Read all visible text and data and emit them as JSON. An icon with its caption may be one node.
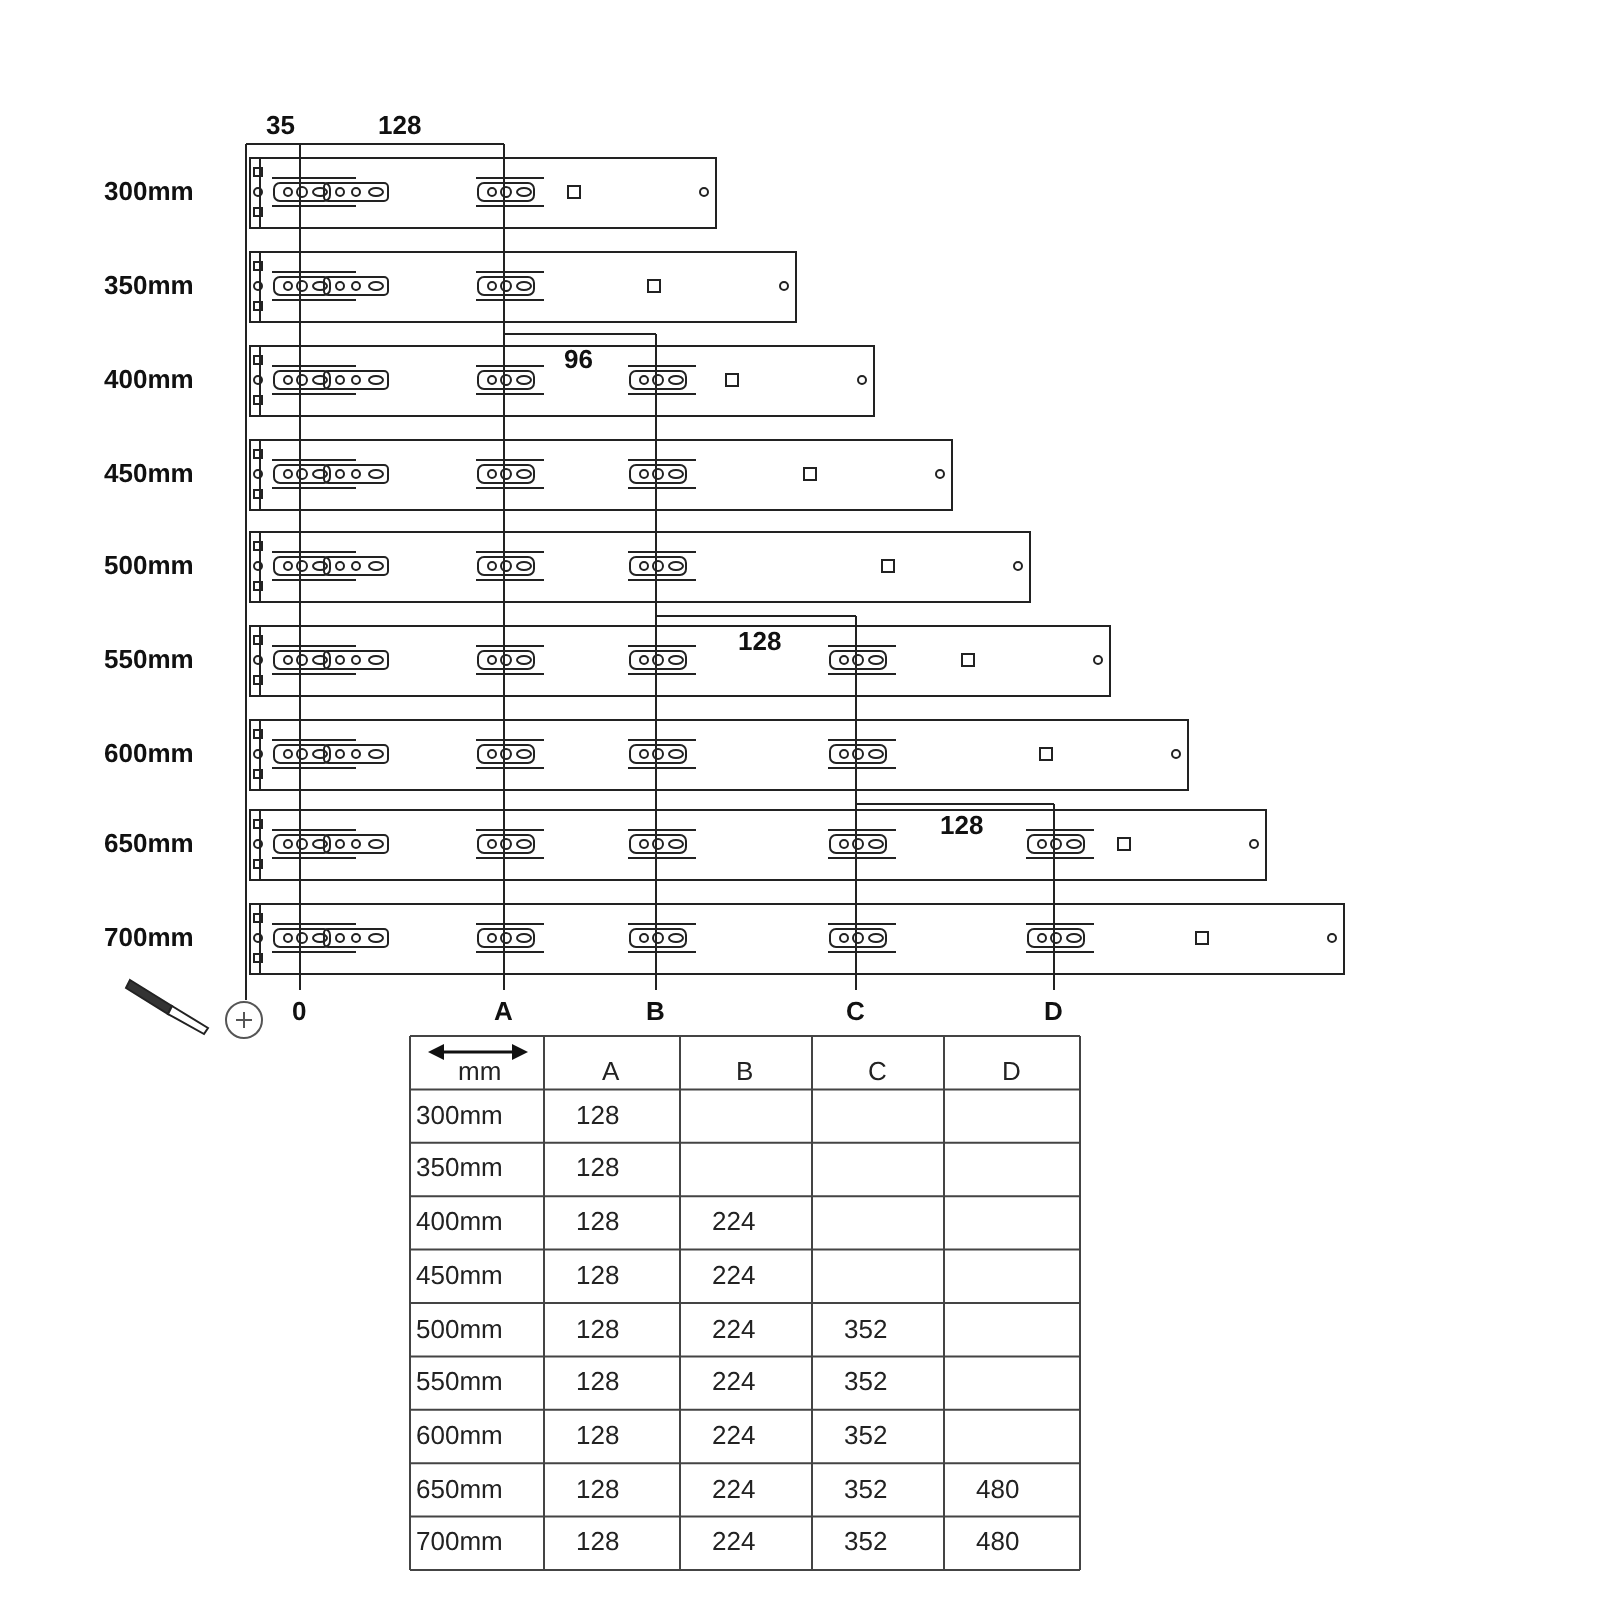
{
  "diagram": {
    "labels": [
      "35",
      "128",
      "300mm",
      "350mm",
      "96",
      "400mm",
      "450mm",
      "500mm",
      "128",
      "550mm",
      "600mm",
      "128",
      "650mm",
      "700mm",
      "0",
      "A",
      "B",
      "C",
      "D",
      "mm",
      "A",
      "B",
      "C",
      "D",
      "300mm",
      "128",
      "350mm",
      "128",
      "400mm",
      "128",
      "224",
      "450mm",
      "128",
      "224",
      "500mm",
      "128",
      "224",
      "352",
      "550mm",
      "128",
      "224",
      "352",
      "600mm",
      "128",
      "224",
      "352",
      "650mm",
      "128",
      "224",
      "352",
      "480",
      "700mm",
      "128",
      "224",
      "352",
      "480"
    ]
  }
}
